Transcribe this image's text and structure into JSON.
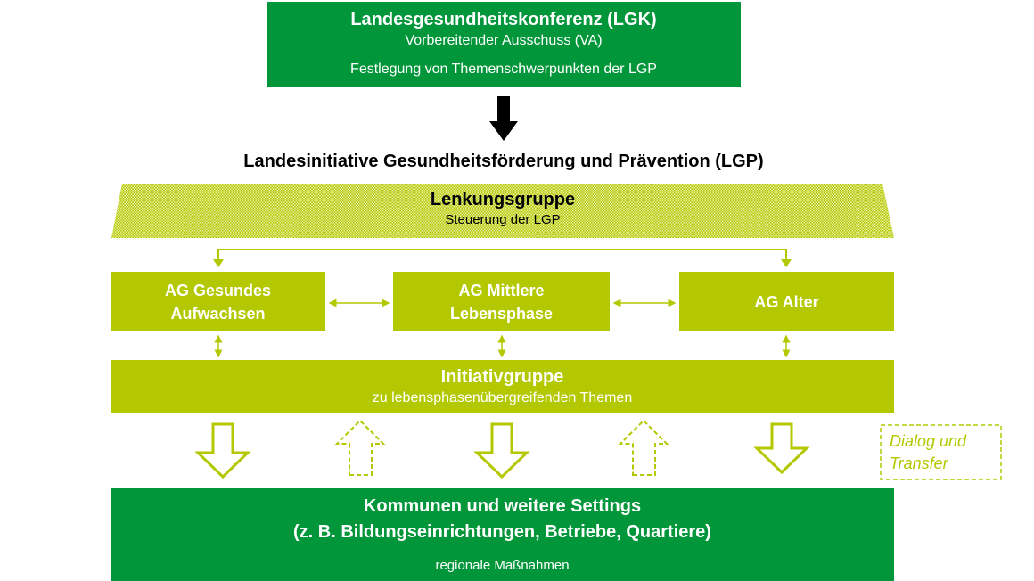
{
  "lgk": {
    "title": "Landesgesundheitskonferenz (LGK)",
    "subtitle": "Vorbereitender Ausschuss (VA)",
    "note": "Festlegung von Themenschwerpunkten der LGP"
  },
  "lgp_heading": "Landesinitiative Gesundheitsförderung und Prävention (LGP)",
  "lenkung": {
    "title": "Lenkungsgruppe",
    "subtitle": "Steuerung der LGP"
  },
  "ags": [
    {
      "line1": "AG Gesundes",
      "line2": "Aufwachsen"
    },
    {
      "line1": "AG Mittlere",
      "line2": "Lebensphase"
    },
    {
      "line1": "AG Alter",
      "line2": ""
    }
  ],
  "initiativ": {
    "title": "Initiativgruppe",
    "subtitle": "zu lebensphasenübergreifenden Themen"
  },
  "dialog": {
    "line1": "Dialog und",
    "line2": "Transfer"
  },
  "kommunen": {
    "line1": "Kommunen und weitere Settings",
    "line2": "(z. B. Bildungseinrichtungen, Betriebe, Quartiere)",
    "note": "regionale Maßnahmen"
  },
  "colors": {
    "dark_green": "#009639",
    "lime": "#b3c800"
  }
}
